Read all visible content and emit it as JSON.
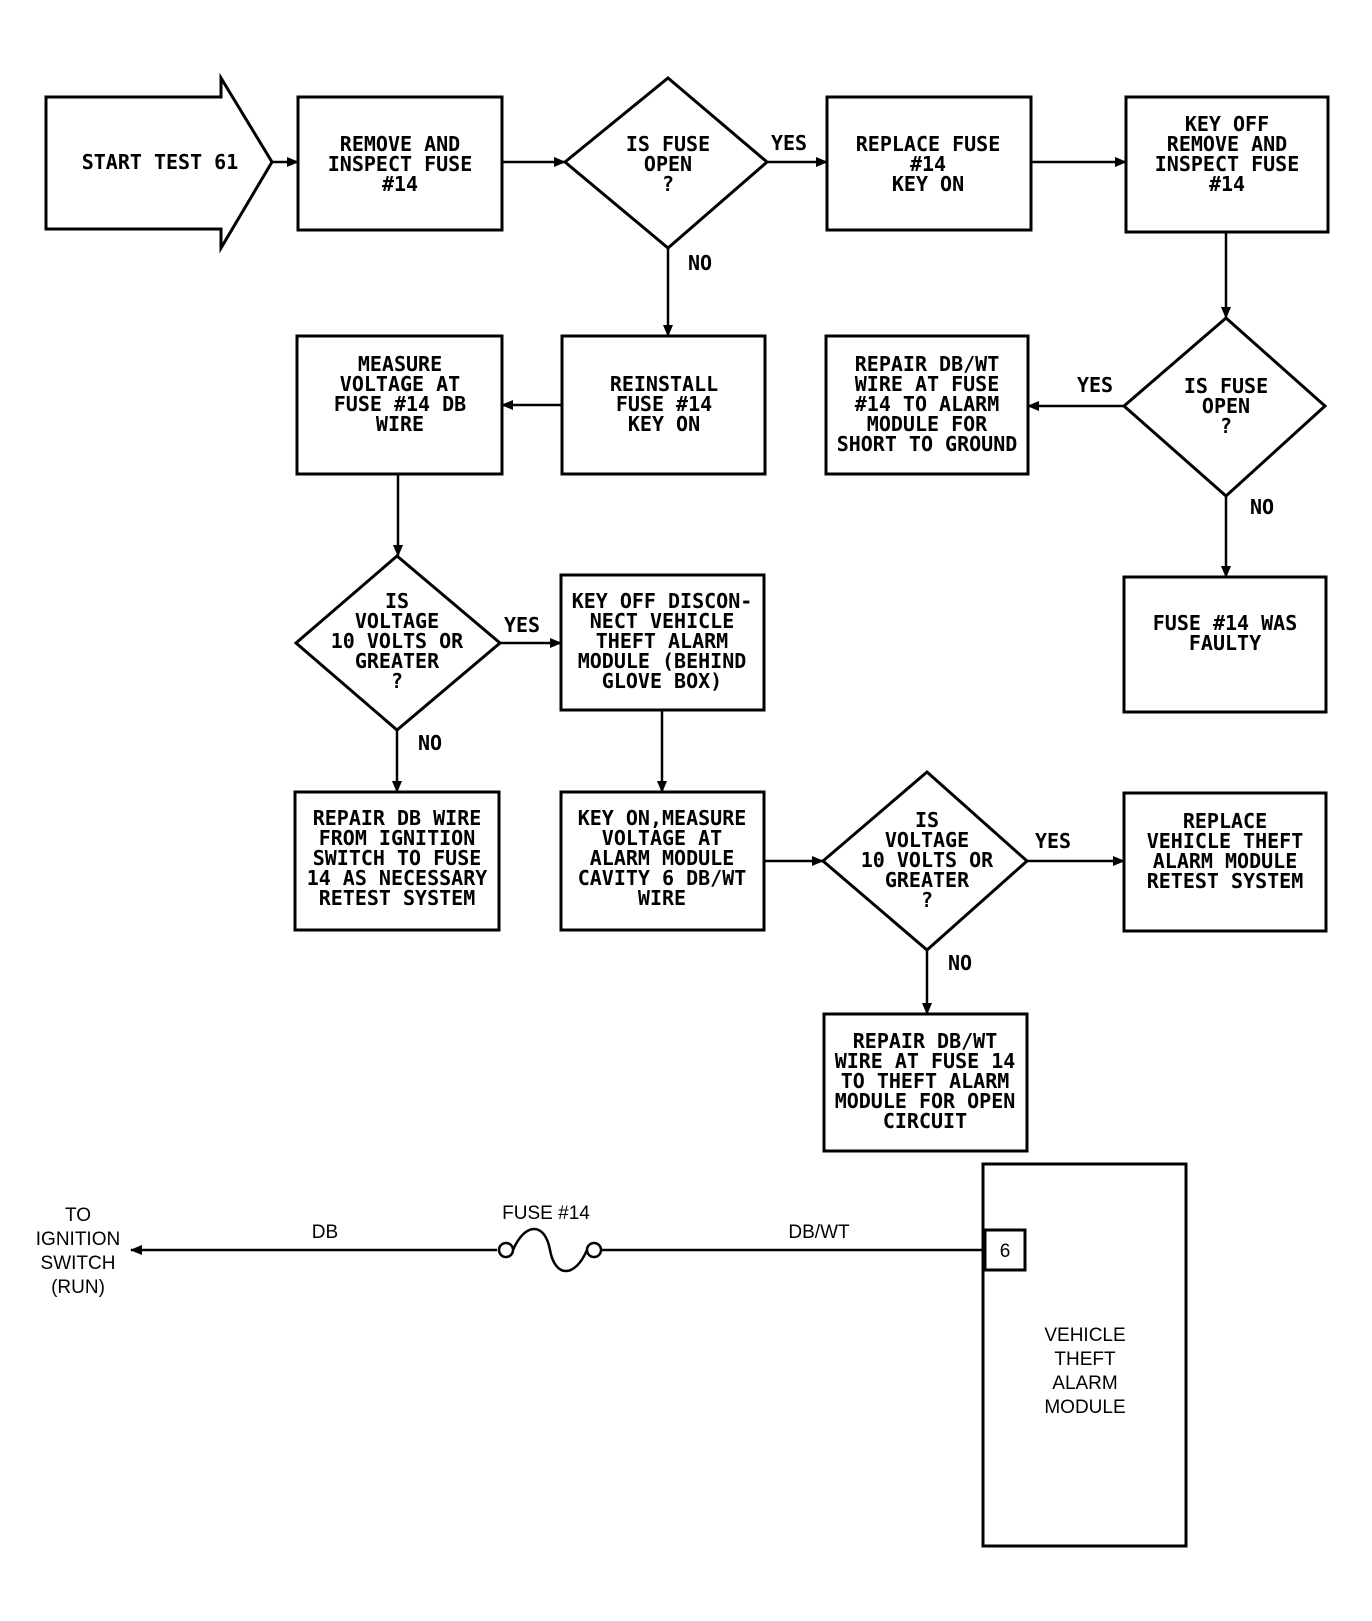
{
  "nodes": {
    "start": [
      "START TEST 61"
    ],
    "remove_inspect": [
      "REMOVE AND",
      "INSPECT FUSE",
      "#14"
    ],
    "d_fuse_open_1": [
      "IS FUSE",
      "OPEN",
      "?"
    ],
    "replace_fuse": [
      "REPLACE FUSE",
      "#14",
      "KEY ON"
    ],
    "keyoff_remove": [
      "KEY OFF",
      "REMOVE AND",
      "INSPECT FUSE",
      "#14"
    ],
    "measure_voltage": [
      "MEASURE",
      "VOLTAGE AT",
      "FUSE #14 DB",
      "WIRE"
    ],
    "reinstall": [
      "REINSTALL",
      "FUSE #14",
      "KEY ON"
    ],
    "repair_short": [
      "REPAIR DB/WT",
      "WIRE AT FUSE",
      "#14 TO ALARM",
      "MODULE FOR",
      "SHORT TO GROUND"
    ],
    "d_fuse_open_2": [
      "IS FUSE",
      "OPEN",
      "?"
    ],
    "d_voltage_1": [
      "IS",
      "VOLTAGE",
      "10 VOLTS OR",
      "GREATER",
      "?"
    ],
    "disconnect": [
      "KEY OFF DISCON-",
      "NECT VEHICLE",
      "THEFT ALARM",
      "MODULE (BEHIND",
      "GLOVE BOX)"
    ],
    "fuse_faulty": [
      "FUSE #14 WAS",
      "FAULTY"
    ],
    "repair_db": [
      "REPAIR DB WIRE",
      "FROM IGNITION",
      "SWITCH TO FUSE",
      "14 AS NECESSARY",
      "RETEST SYSTEM"
    ],
    "keyon_measure": [
      "KEY ON,MEASURE",
      "VOLTAGE AT",
      "ALARM MODULE",
      "CAVITY 6 DB/WT",
      "WIRE"
    ],
    "d_voltage_2": [
      "IS",
      "VOLTAGE",
      "10 VOLTS OR",
      "GREATER",
      "?"
    ],
    "replace_module": [
      "REPLACE",
      "VEHICLE THEFT",
      "ALARM MODULE",
      "RETEST SYSTEM"
    ],
    "repair_open": [
      "REPAIR DB/WT",
      "WIRE AT FUSE 14",
      "TO THEFT ALARM",
      "MODULE FOR OPEN",
      "CIRCUIT"
    ]
  },
  "edge_labels": {
    "yes": "YES",
    "no": "NO"
  },
  "wiring": {
    "to_switch": [
      "TO",
      "IGNITION",
      "SWITCH",
      "(RUN)"
    ],
    "wire_db": "DB",
    "fuse": "FUSE #14",
    "wire_dbwt": "DB/WT",
    "cavity": "6",
    "module": [
      "VEHICLE",
      "THEFT",
      "ALARM",
      "MODULE"
    ]
  }
}
